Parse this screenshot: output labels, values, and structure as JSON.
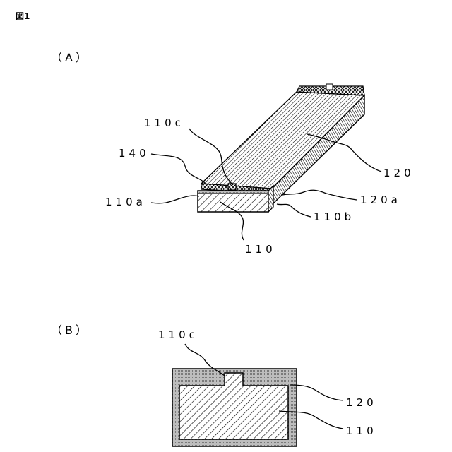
{
  "figure_label": "図1",
  "section_a": {
    "label": "（A）",
    "callouts": {
      "c110c": "110c",
      "c140": "140",
      "c110a": "110a",
      "c110": "110",
      "c120": "120",
      "c120a": "120a",
      "c110b": "110b"
    }
  },
  "section_b": {
    "label": "（B）",
    "callouts": {
      "c110c": "110c",
      "c120": "120",
      "c110": "110"
    }
  },
  "colors": {
    "line": "#000000",
    "background": "#ffffff",
    "shade": "#555555"
  }
}
